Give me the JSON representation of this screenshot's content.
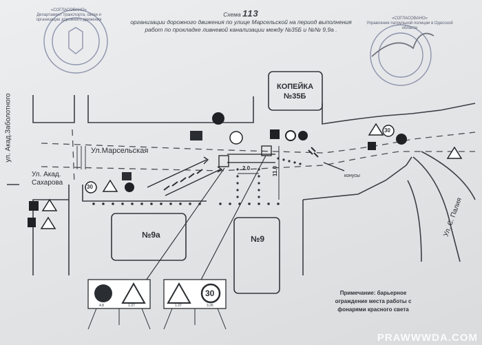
{
  "header": {
    "scheme_word": "Схема",
    "scheme_number": "113",
    "title_line1": "организации дорожного движения по улице Марсельской на период выполнения",
    "title_line2": "работ по прокладке ливневой канализации между №35Б и №№ 9,9а ."
  },
  "stamps": {
    "left_approval": "«СОГЛАСОВАНО»",
    "left_dept": "Департамент транспорта, связи и организации дорожного движения",
    "right_approval": "«СОГЛАСОВАНО»",
    "right_dept": "Управление патрульной полиции в Одесской области"
  },
  "streets": {
    "zabolotnogo": "ул. Акад.Заболотного",
    "marselskaya": "Ул.Марсельская",
    "sakharova_line1": "Ул. Акад.",
    "sakharova_line2": "Сахарова",
    "paliya": "Ул. С. Палия"
  },
  "buildings": {
    "kopeika_name": "КОПЕЙКА",
    "kopeika_number": "№35Б",
    "b9a": "№9а",
    "b9": "№9"
  },
  "dimensions": {
    "width": "2.0",
    "length": "11.0"
  },
  "labels": {
    "cones": "конусы"
  },
  "signs": {
    "speed_limit": "30",
    "code_48": "4.8",
    "code_137": "1.37",
    "code_326": "3.26"
  },
  "note": {
    "line1": "Примечание: барьерное",
    "line2": "ограждение места работы с",
    "line3": "фонарями красного света"
  },
  "watermark": "PRAWWWDA.COM",
  "colors": {
    "ink": "#2b2e33",
    "stamp": "#6f7796",
    "paper": "#e6e8ea"
  }
}
